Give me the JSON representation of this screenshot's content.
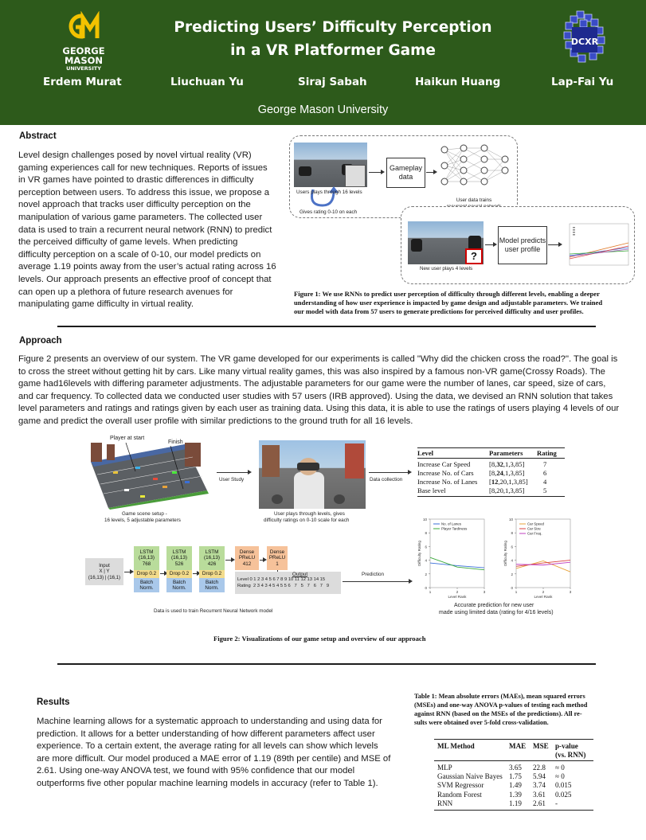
{
  "header": {
    "gmu_logo": {
      "line1": "GEORGE",
      "line2": "MASON",
      "line3": "UNIVERSITY",
      "color_gold": "#f2c200"
    },
    "title_line1": "Predicting Users’ Difficulty Perception",
    "title_line2": "in a VR Platformer Game",
    "authors": [
      "Erdem Murat",
      "Liuchuan Yu",
      "Siraj Sabah",
      "Haikun Huang",
      "Lap-Fai Yu"
    ],
    "affiliation": "George Mason University",
    "dcxr_logo": "DCXR",
    "background_color": "#2d5a1b"
  },
  "abstract": {
    "heading": "Abstract",
    "lines": [
      "Level design challenges posed by novel virtual reality (VR)",
      "gaming experiences call for new techniques. Reports of issues",
      "in VR games have pointed to drastic differences in difficulty",
      "perception between users. To address this issue, we propose a",
      "novel approach that tracks user difficulty perception on the",
      "manipulation of various game parameters. The collected user",
      "data is used to train a recurrent neural network (RNN) to predict",
      "the perceived difficulty of game levels. When predicting",
      "difficulty perception on a scale of 0-10, our model predicts on",
      "average 1.19 points away from the user’s actual rating across 16",
      "levels. Our approach presents an effective proof of concept that",
      "can open up a plethora of future research avenues for",
      "manipulating game difficulty in virtual reality."
    ]
  },
  "figure1": {
    "label_plays": "Users plays through 16 levels",
    "label_rating": "Gives rating 0-10 on each",
    "box_gameplay": "Gameplay data",
    "label_trains": "User data trains recurrent neural network",
    "label_new_user": "New user plays 4 levels",
    "question_mark": "?",
    "box_model": "Model predicts user profile",
    "caption_lines": [
      "Figure 1: We use RNNs to predict user perception of difficulty through different levels, enabling a deeper",
      "understanding of how user experience is impacted by game design and adjustable parameters. We trained",
      "our model with data from 57 users to generate predictions for perceived difficulty and user profiles."
    ]
  },
  "approach": {
    "heading": "Approach",
    "lines": [
      "Figure 2 presents an overview of our system. The VR game developed for our experiments is called \"Why did the chicken cross the road?\". The goal is",
      "to cross the street without getting hit by cars. Like many virtual reality games, this was also inspired by a famous non-VR game(Crossy Roads). The",
      "game had16levels with differing parameter adjustments. The adjustable parameters for our game were the number of lanes, car speed, size of cars,",
      "and car frequency. To collected data we conducted user studies with 57 users (IRB approved). Using the data, we devised an RNN solution that takes",
      "level parameters and ratings and ratings given by each user as training data. Using this data, it is able to use the ratings of users playing 4 levels of our",
      "game and predict the overall user profile with similar predictions to the ground truth for all 16 levels."
    ]
  },
  "figure2": {
    "label_player_start": "Player at start",
    "label_finish": "Finish",
    "scene_caption_1": "Game scene setup -",
    "scene_caption_2": "16 levels, 5 adjustable parameters",
    "label_user_study": "User Study",
    "vr_caption_1": "User plays through levels, gives",
    "vr_caption_2": "difficulty ratings on 0-10 scale for each",
    "label_data_collection": "Data collection",
    "level_table": {
      "headers": [
        "Level",
        "Parameters",
        "Rating"
      ],
      "rows": [
        {
          "level": "Increase Car Speed",
          "p_pre": "[8,",
          "p_bold": "32",
          "p_post": ",1,3,85]",
          "rating": "7"
        },
        {
          "level": "Increase No. of Cars",
          "p_pre": "[8,",
          "p_bold": "24",
          "p_post": ",1,3,85]",
          "rating": "6"
        },
        {
          "level": "Increase No. of Lanes",
          "p_pre": "[",
          "p_bold": "12",
          "p_post": ",20,1,3,85]",
          "rating": "4"
        },
        {
          "level": "Base level",
          "p_pre": "[8,20,1,3,85]",
          "p_bold": "",
          "p_post": "",
          "rating": "5"
        }
      ]
    },
    "nn": {
      "input": [
        "Input",
        "X | Y",
        "(16,13) | (16,1)"
      ],
      "lstm": [
        {
          "name": "LSTM",
          "shape": "(16,13)",
          "units": "768"
        },
        {
          "name": "LSTM",
          "shape": "(16,13)",
          "units": "526"
        },
        {
          "name": "LSTM",
          "shape": "(16,13)",
          "units": "426"
        }
      ],
      "drop": "Drop 0.2",
      "batch": [
        "Batch",
        "Norm."
      ],
      "dense": [
        {
          "name": "Dense",
          "act": "PReLU",
          "units": "412"
        },
        {
          "name": "Dense",
          "act": "PReLU",
          "units": "1"
        }
      ],
      "output_title": "Output",
      "output_level": "Level  0 1 2 3 4 5 6 7 8 9 10 11 12 13 14 15",
      "output_rating": "Rating  2 3 4 3 4 5 4 5 5 6   7   5   7   6   7   9",
      "label_prediction": "Prediction",
      "caption": "Data is used to train Recurrent Neural Network model"
    },
    "chart_data": [
      {
        "type": "line",
        "title": "",
        "xlabel": "Level Rank",
        "ylabel": "Difficulty Rating",
        "xlim": [
          1,
          3
        ],
        "ylim": [
          0,
          10
        ],
        "x_ticks": [
          "1",
          "2",
          "3"
        ],
        "y_ticks": [
          "0",
          "2",
          "4",
          "6",
          "8",
          "10"
        ],
        "series": [
          {
            "name": "No. of Lanes",
            "color": "#3a6fd8",
            "x": [
              1,
              2,
              3
            ],
            "y": [
              3.6,
              3.2,
              2.9
            ]
          },
          {
            "name": "Player Tardiness",
            "color": "#3aa83a",
            "x": [
              1,
              2,
              3
            ],
            "y": [
              4.4,
              3.0,
              2.6
            ]
          }
        ]
      },
      {
        "type": "line",
        "title": "",
        "xlabel": "Level Rank",
        "ylabel": "Difficulty Rating",
        "xlim": [
          1,
          3
        ],
        "ylim": [
          0,
          10
        ],
        "x_ticks": [
          "1",
          "2",
          "3"
        ],
        "y_ticks": [
          "0",
          "2",
          "4",
          "6",
          "8",
          "10"
        ],
        "series": [
          {
            "name": "Car Speed",
            "color": "#e8a33a",
            "x": [
              1,
              2,
              3
            ],
            "y": [
              2.8,
              3.9,
              2.3
            ]
          },
          {
            "name": "Car Size",
            "color": "#d94040",
            "x": [
              1,
              2,
              3
            ],
            "y": [
              3.1,
              3.6,
              4.0
            ]
          },
          {
            "name": "Car Freq.",
            "color": "#c040c0",
            "x": [
              1,
              2,
              3
            ],
            "y": [
              3.4,
              3.3,
              3.7
            ]
          }
        ]
      }
    ],
    "charts_caption_1": "Accurate prediction for new user",
    "charts_caption_2": "made using limited data (rating for 4/16 levels)",
    "caption": "Figure 2: Visualizations of our game setup and overview of our approach"
  },
  "results": {
    "heading": "Results",
    "lines": [
      "Machine learning allows for a systematic approach to understanding and using data for",
      "prediction. It allows for a better understanding of how different parameters affect user",
      "experience. To a certain extent, the average rating for all levels can show which levels",
      "are more difficult. Our model produced a MAE error of 1.19 (89th per centile) and MSE of",
      "2.61. Using one-way ANOVA test, we found with 95% confidence that our model",
      "outperforms five other popular machine learning models in accuracy (refer to Table 1)."
    ],
    "table_caption_lines": [
      "Table 1: Mean absolute errors (MAEs), mean squared errors",
      "(MSEs) and one-way ANOVA p-values of testing each method",
      "against RNN (based on the MSEs of the predictions). All re-",
      "sults were obtained over 5-fold cross-validation."
    ],
    "table": {
      "headers": [
        "ML Method",
        "MAE",
        "MSE",
        "p-value",
        "(vs. RNN)"
      ],
      "rows": [
        [
          "MLP",
          "3.65",
          "22.8",
          "≈ 0"
        ],
        [
          "Gaussian Naive Bayes",
          "1.75",
          "5.94",
          "≈ 0"
        ],
        [
          "SVM Regressor",
          "1.49",
          "3.74",
          "0.015"
        ],
        [
          "Random Forest",
          "1.39",
          "3.61",
          "0.025"
        ],
        [
          "RNN",
          "1.19",
          "2.61",
          "-"
        ]
      ]
    }
  }
}
